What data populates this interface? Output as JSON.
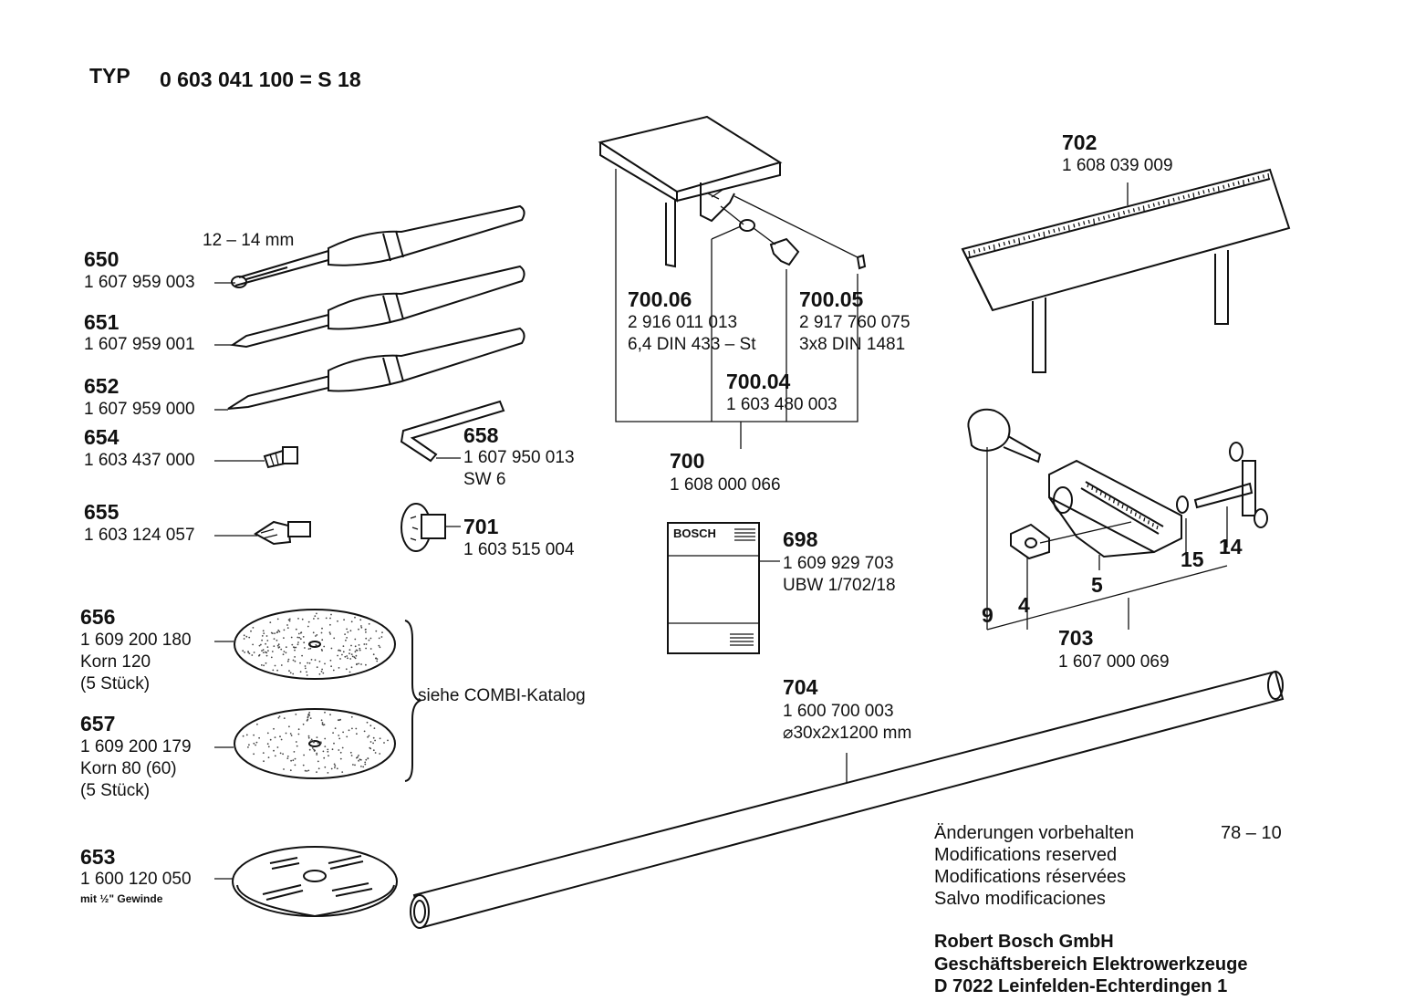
{
  "header": {
    "typ_label": "TYP",
    "type_number": "0 603 041 100 = S 18"
  },
  "parts": {
    "p650": {
      "num": "650",
      "pn": "1 607 959 003",
      "dim": "12 – 14 mm"
    },
    "p651": {
      "num": "651",
      "pn": "1 607 959 001"
    },
    "p652": {
      "num": "652",
      "pn": "1 607 959 000"
    },
    "p654": {
      "num": "654",
      "pn": "1 603 437 000"
    },
    "p658": {
      "num": "658",
      "pn": "1 607 950 013",
      "extra": "SW 6"
    },
    "p655": {
      "num": "655",
      "pn": "1 603 124 057"
    },
    "p701": {
      "num": "701",
      "pn": "1 603 515 004"
    },
    "p656": {
      "num": "656",
      "pn": "1 609 200 180",
      "line1": "Korn 120",
      "line2": "(5 Stück)"
    },
    "p657": {
      "num": "657",
      "pn": "1 609 200 179",
      "line1": "Korn 80 (60)",
      "line2": "(5 Stück)"
    },
    "p653": {
      "num": "653",
      "pn": "1 600 120 050",
      "line1": "mit ½\" Gewinde"
    },
    "combi_note": "siehe COMBI-Katalog",
    "p700_06": {
      "num": "700.06",
      "pn": "2 916 011 013",
      "line1": "6,4 DIN 433 – St"
    },
    "p700_05": {
      "num": "700.05",
      "pn": "2 917 760 075",
      "line1": "3x8 DIN 1481"
    },
    "p700_04": {
      "num": "700.04",
      "pn": "1 603 480 003"
    },
    "p700": {
      "num": "700",
      "pn": "1 608 000 066"
    },
    "p698": {
      "num": "698",
      "pn": "1 609 929 703",
      "line1": "UBW 1/702/18",
      "brand": "BOSCH"
    },
    "p702": {
      "num": "702",
      "pn": "1 608 039 009"
    },
    "p703": {
      "num": "703",
      "pn": "1 607 000 069"
    },
    "p704": {
      "num": "704",
      "pn": "1 600 700 003",
      "line1": "⌀30x2x1200 mm"
    },
    "callouts": {
      "c9": "9",
      "c4": "4",
      "c5": "5",
      "c15": "15",
      "c14": "14"
    }
  },
  "footer": {
    "mods": [
      "Änderungen vorbehalten",
      "Modifications reserved",
      "Modifications réservées",
      "Salvo modificaciones"
    ],
    "date_code": "78 – 10",
    "company": [
      "Robert Bosch GmbH",
      "Geschäftsbereich Elektrowerkzeuge",
      "D 7022 Leinfelden-Echterdingen 1"
    ]
  }
}
